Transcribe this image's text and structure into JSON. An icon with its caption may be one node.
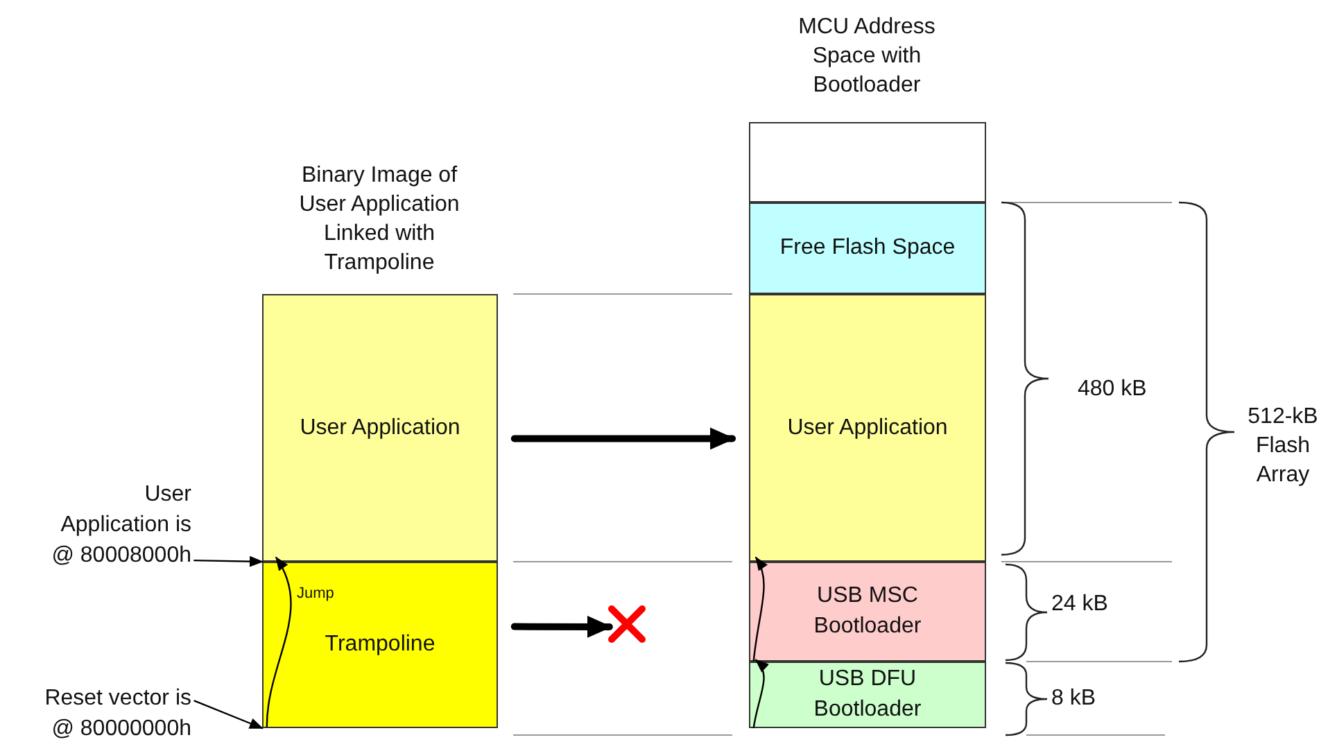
{
  "diagram": {
    "nodes": [
      {
        "text": [
          "User Application"
        ]
      },
      {
        "text": [
          "Trampoline"
        ]
      },
      {
        "text": [],
        "shape": "box"
      },
      {
        "text": [
          "Free Flash Space"
        ]
      },
      {
        "text": [
          "User Application"
        ]
      },
      {
        "text": [
          "USB MSC Bootloader"
        ]
      },
      {
        "text": [
          "USB DFU Bootloader"
        ]
      },
      {
        "text": [
          "User Application is @ 80008000h"
        ]
      },
      {
        "text": [
          "Reset vector is @ 80000000h"
        ]
      },
      {
        "text": [],
        "shape": "cross"
      }
    ],
    "edges": [
      {
        "from": 7,
        "to": 0,
        "arrow": "to"
      },
      {
        "from": 8,
        "to": 1,
        "arrow": "to"
      },
      {
        "from": 1,
        "to": 0,
        "arrow": "to",
        "label": "Jump"
      },
      {
        "from": 0,
        "to": 4,
        "arrow": "to",
        "style": "thick"
      },
      {
        "from": 1,
        "to": 9,
        "arrow": "to",
        "style": "thick"
      },
      {
        "from": 6,
        "to": 5,
        "arrow": "to"
      },
      {
        "from": 5,
        "to": 4,
        "arrow": "to"
      }
    ],
    "labels": [
      "Binary Image of User Application Linked with Trampoline",
      "MCU Address Space with Bootloader",
      "480 kB",
      "24 kB",
      "8 kB",
      "512-kB Flash Array"
    ]
  }
}
